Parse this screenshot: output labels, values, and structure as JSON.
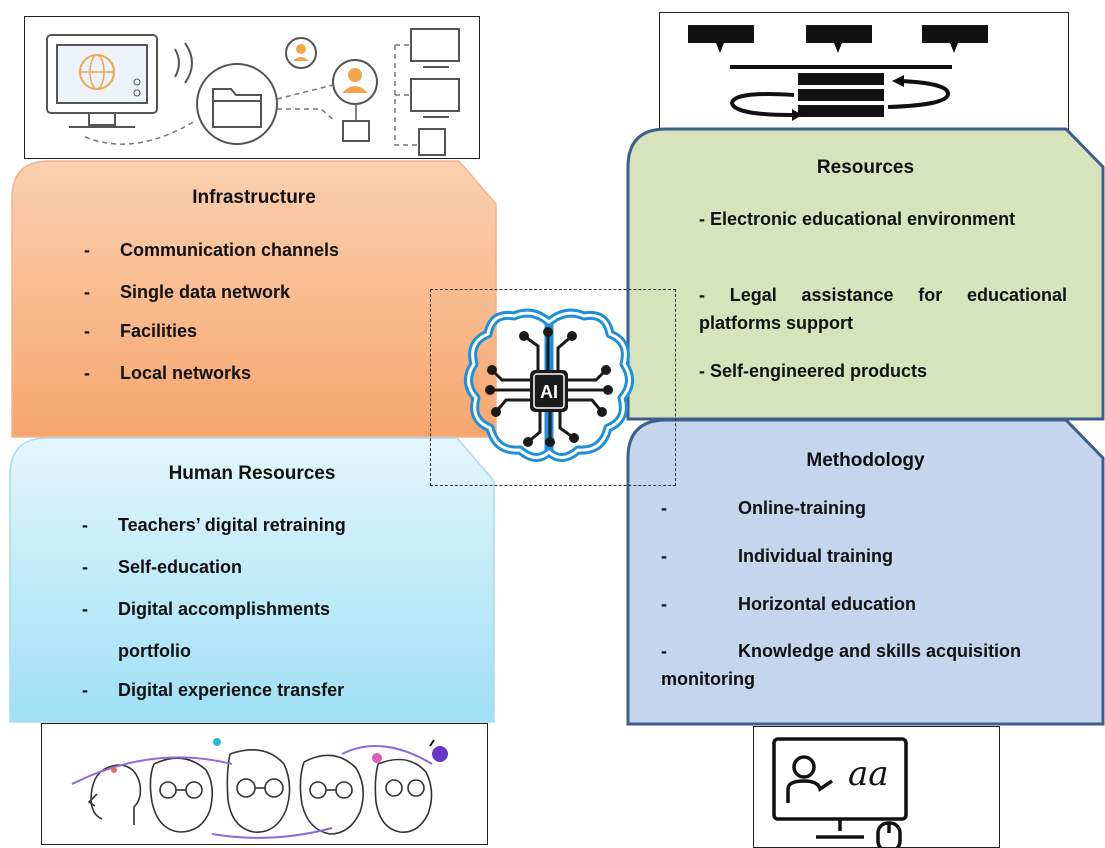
{
  "colors": {
    "infrastructure_fill": "#f7b183",
    "human_fill": "#bfeaf8",
    "resources_fill": "#d6e3bc",
    "methodology_fill": "#c6d5ee",
    "panel_border": "#3d5f8c",
    "ai_blue": "#1f8fd8",
    "ai_dark": "#1a1a1a"
  },
  "infrastructure": {
    "title": "Infrastructure",
    "items": [
      "Communication channels",
      "Single data network",
      "Facilities",
      "Local networks"
    ]
  },
  "human_resources": {
    "title": "Human Resources",
    "items": [
      "Teachers’ digital retraining",
      "Self-education",
      "Digital accomplishments",
      "portfolio",
      "Digital experience transfer"
    ]
  },
  "resources": {
    "title": "Resources",
    "items": [
      "- Electronic educational environment",
      "- Legal assistance for educational platforms support",
      "- Self-engineered products"
    ]
  },
  "methodology": {
    "title": "Methodology",
    "items": [
      "Online-training",
      "Individual training",
      "Horizontal education",
      "Knowledge and skills acquisition",
      "monitoring"
    ]
  },
  "ai_chip_label": "AI",
  "e_learning_letters": "aa",
  "icons": {
    "network": "network-diagram-icon",
    "hierarchy": "hierarchy-flow-icon",
    "ai": "ai-brain-icon",
    "people": "people-sketch-icon",
    "elearning": "e-learning-monitor-icon"
  }
}
